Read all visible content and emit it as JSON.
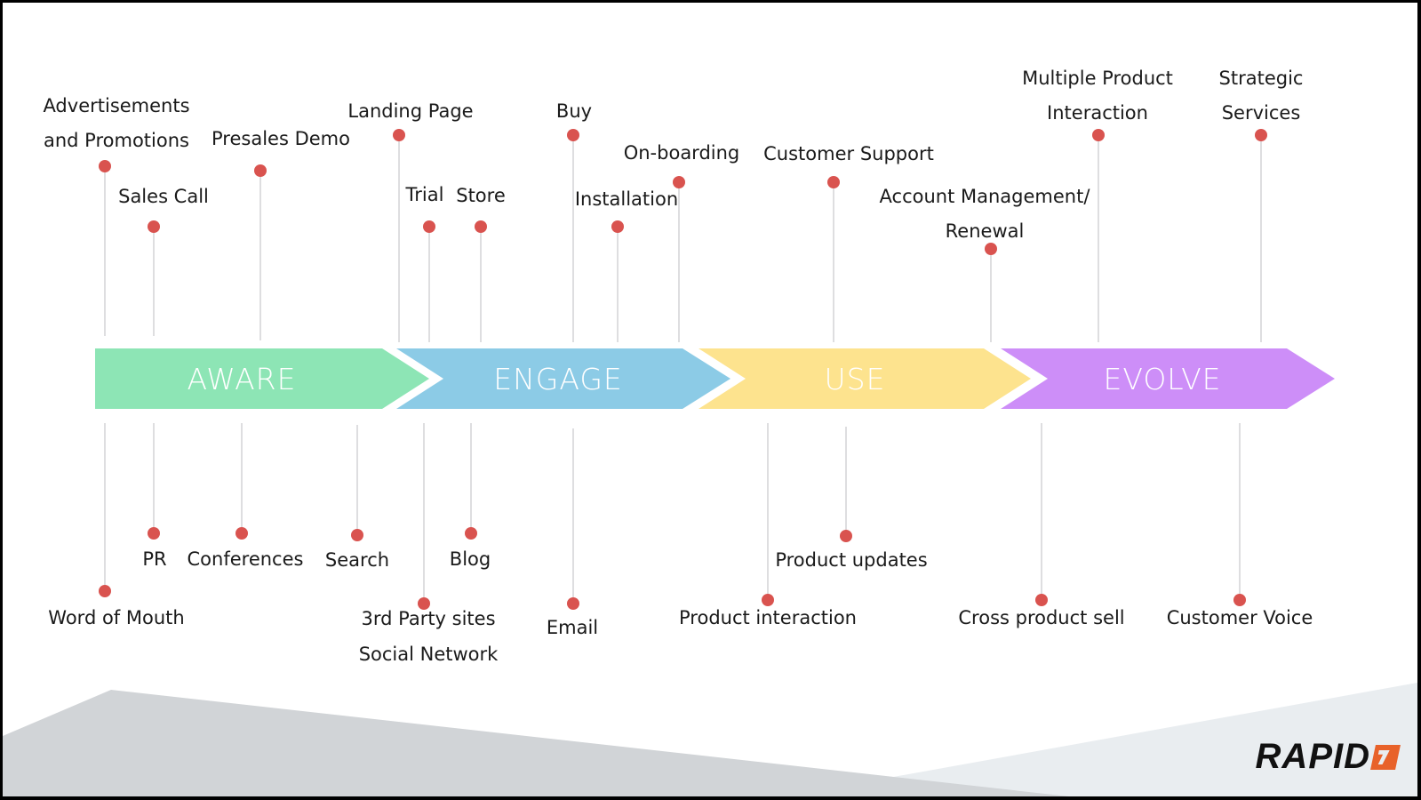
{
  "stages": [
    {
      "name": "AWARE",
      "color": "#8de5b5"
    },
    {
      "name": "ENGAGE",
      "color": "#8ccbe6"
    },
    {
      "name": "USE",
      "color": "#fde38e"
    },
    {
      "name": "EVOLVE",
      "color": "#cd8ef8"
    }
  ],
  "touchpoints_above": [
    {
      "lines": [
        "Advertisements",
        "and Promotions"
      ],
      "stage": "AWARE"
    },
    {
      "lines": [
        "Sales Call"
      ],
      "stage": "AWARE"
    },
    {
      "lines": [
        "Presales Demo"
      ],
      "stage": "AWARE"
    },
    {
      "lines": [
        "Landing Page"
      ],
      "stage": "ENGAGE"
    },
    {
      "lines": [
        "Trial"
      ],
      "stage": "ENGAGE"
    },
    {
      "lines": [
        "Store"
      ],
      "stage": "ENGAGE"
    },
    {
      "lines": [
        "Buy"
      ],
      "stage": "ENGAGE"
    },
    {
      "lines": [
        "Installation"
      ],
      "stage": "ENGAGE"
    },
    {
      "lines": [
        "On-boarding"
      ],
      "stage": "ENGAGE"
    },
    {
      "lines": [
        "Customer Support"
      ],
      "stage": "USE"
    },
    {
      "lines": [
        "Account Management/",
        "Renewal"
      ],
      "stage": "USE"
    },
    {
      "lines": [
        "Multiple Product",
        "Interaction"
      ],
      "stage": "EVOLVE"
    },
    {
      "lines": [
        "Strategic",
        "Services"
      ],
      "stage": "EVOLVE"
    }
  ],
  "touchpoints_below": [
    {
      "lines": [
        "Word of Mouth"
      ],
      "stage": "AWARE"
    },
    {
      "lines": [
        "PR"
      ],
      "stage": "AWARE"
    },
    {
      "lines": [
        "Conferences"
      ],
      "stage": "AWARE"
    },
    {
      "lines": [
        "Search"
      ],
      "stage": "AWARE"
    },
    {
      "lines": [
        "3rd Party sites",
        "Social Network"
      ],
      "stage": "ENGAGE"
    },
    {
      "lines": [
        "Blog"
      ],
      "stage": "ENGAGE"
    },
    {
      "lines": [
        "Email"
      ],
      "stage": "ENGAGE"
    },
    {
      "lines": [
        "Product interaction"
      ],
      "stage": "USE"
    },
    {
      "lines": [
        "Product updates"
      ],
      "stage": "USE"
    },
    {
      "lines": [
        "Cross product sell"
      ],
      "stage": "EVOLVE"
    },
    {
      "lines": [
        "Customer Voice"
      ],
      "stage": "EVOLVE"
    }
  ],
  "colors": {
    "dot": "#d9534f",
    "stem": "#cfcfd3",
    "footer_dark": "#d1d4d7",
    "footer_light": "#e9edf0",
    "logo_accent": "#e8622a"
  },
  "logo": {
    "text": "RAPID",
    "mark": "7"
  }
}
